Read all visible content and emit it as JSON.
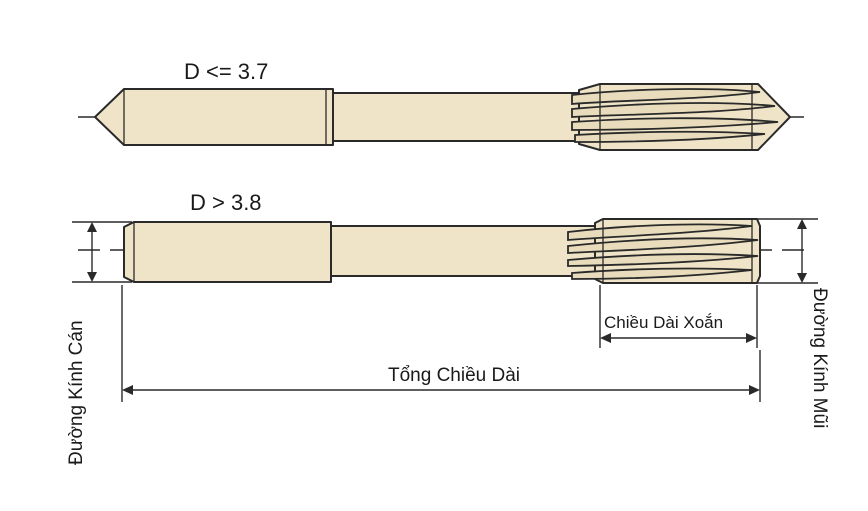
{
  "tools": {
    "top": {
      "label": "D <= 3.7"
    },
    "bottom": {
      "label": "D > 3.8"
    }
  },
  "dimensions": {
    "shank_diameter": "Đường Kính Cán",
    "flute_length": "Chiều Dài Xoắn",
    "overall_length": "Tổng Chiều Dài",
    "tip_diameter": "Đường Kính Mũi"
  },
  "colors": {
    "tool_body": "#efe4c7",
    "outline": "#2a2a2a"
  }
}
